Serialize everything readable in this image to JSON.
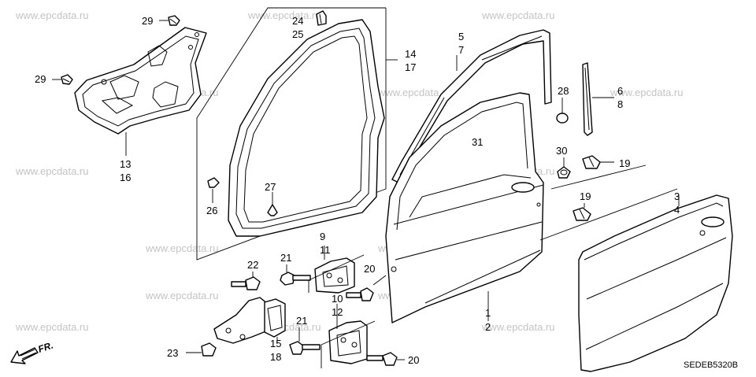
{
  "watermark": "www.epcdata.ru",
  "diagram_code": "SEDEB5320B",
  "direction_label": "FR.",
  "callouts": {
    "c29a": "29",
    "c29b": "29",
    "c13": "13",
    "c16": "16",
    "c24": "24",
    "c25": "25",
    "c14": "14",
    "c17": "17",
    "c26": "26",
    "c27": "27",
    "c5": "5",
    "c7": "7",
    "c28": "28",
    "c6": "6",
    "c8": "8",
    "c31": "31",
    "c30": "30",
    "c19a": "19",
    "c19b": "19",
    "c3": "3",
    "c4": "4",
    "c1": "1",
    "c2": "2",
    "c9": "9",
    "c11": "11",
    "c21a": "21",
    "c21b": "21",
    "c20a": "20",
    "c20b": "20",
    "c22": "22",
    "c23": "23",
    "c15": "15",
    "c18": "18",
    "c10": "10",
    "c12": "12"
  }
}
